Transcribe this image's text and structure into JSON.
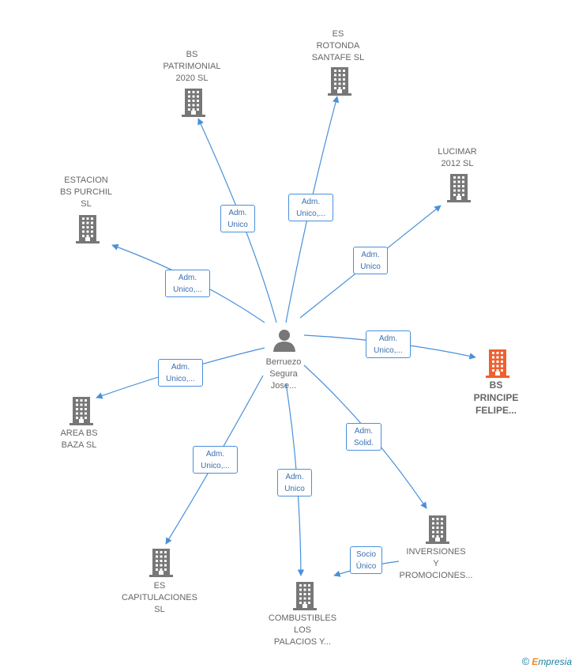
{
  "center": {
    "label": "Berruezo\nSegura\nJose...",
    "icon": "person-icon"
  },
  "companies": [
    {
      "id": "bs-patrimonial",
      "label": "BS\nPATRIMONIAL\n2020  SL",
      "icon": "building-icon",
      "color": "#777777"
    },
    {
      "id": "es-rotonda",
      "label": "ES\nROTONDA\nSANTAFE  SL",
      "icon": "building-icon",
      "color": "#777777"
    },
    {
      "id": "lucimar",
      "label": "LUCIMAR\n2012 SL",
      "icon": "building-icon",
      "color": "#777777"
    },
    {
      "id": "estacion",
      "label": "ESTACION\nBS PURCHIL\nSL",
      "icon": "building-icon",
      "color": "#777777"
    },
    {
      "id": "bs-principe",
      "label": "BS\nPRINCIPE\nFELIPE...",
      "icon": "building-icon",
      "color": "#f0602e"
    },
    {
      "id": "area-bs",
      "label": "AREA BS\nBAZA  SL",
      "icon": "building-icon",
      "color": "#777777"
    },
    {
      "id": "es-capitaciones",
      "label": "ES\nCAPITULACIONES\nSL",
      "icon": "building-icon",
      "color": "#777777"
    },
    {
      "id": "combustibles",
      "label": "COMBUSTIBLES\nLOS\nPALACIOS Y...",
      "icon": "building-icon",
      "color": "#777777"
    },
    {
      "id": "inversiones",
      "label": "INVERSIONES\nY\nPROMOCIONES...",
      "icon": "building-icon",
      "color": "#777777"
    }
  ],
  "relations": [
    {
      "to": "bs-patrimonial",
      "label": "Adm.\nUnico"
    },
    {
      "to": "es-rotonda",
      "label": "Adm.\nUnico,..."
    },
    {
      "to": "lucimar",
      "label": "Adm.\nUnico"
    },
    {
      "to": "estacion",
      "label": "Adm.\nUnico,..."
    },
    {
      "to": "bs-principe",
      "label": "Adm.\nUnico,..."
    },
    {
      "to": "area-bs",
      "label": "Adm.\nUnico,..."
    },
    {
      "to": "es-capitaciones",
      "label": "Adm.\nUnico,..."
    },
    {
      "to": "combustibles",
      "label": "Adm.\nUnico"
    },
    {
      "to": "inversiones",
      "label": "Adm.\nSolid."
    },
    {
      "from": "inversiones",
      "to": "combustibles",
      "label": "Socio\nÚnico"
    }
  ],
  "colors": {
    "edge": "#4a90d9",
    "building": "#777777",
    "focus_building": "#f0602e"
  },
  "brand": {
    "symbol": "©",
    "initial": "E",
    "rest": "mpresia"
  }
}
